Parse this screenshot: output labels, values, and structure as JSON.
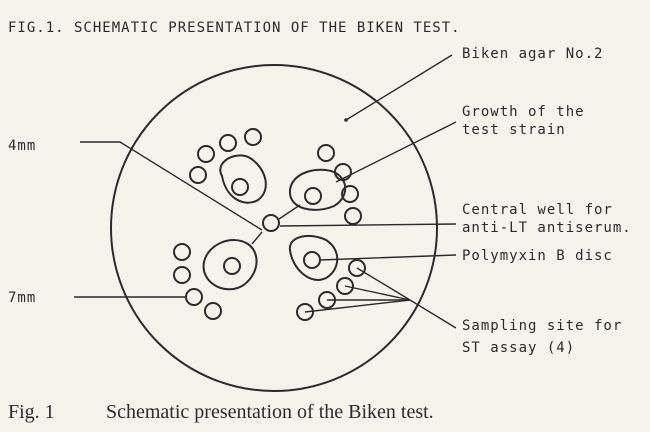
{
  "figure": {
    "top_title": "FIG.1. SCHEMATIC PRESENTATION OF THE BIKEN TEST.",
    "caption_label": "Fig. 1",
    "caption_text": "Schematic presentation of the Biken test."
  },
  "labels": {
    "biken_agar": "Biken agar No.2",
    "growth_line1": "Growth of the",
    "growth_line2": "test strain",
    "central_well_line1": "Central well for",
    "central_well_line2": "anti-LT antiserum.",
    "polymyxin": "Polymyxin B disc",
    "sampling_line1": "Sampling site for",
    "sampling_line2": "ST assay (4)",
    "dim_4mm": "4mm",
    "dim_7mm": "7mm"
  }
}
